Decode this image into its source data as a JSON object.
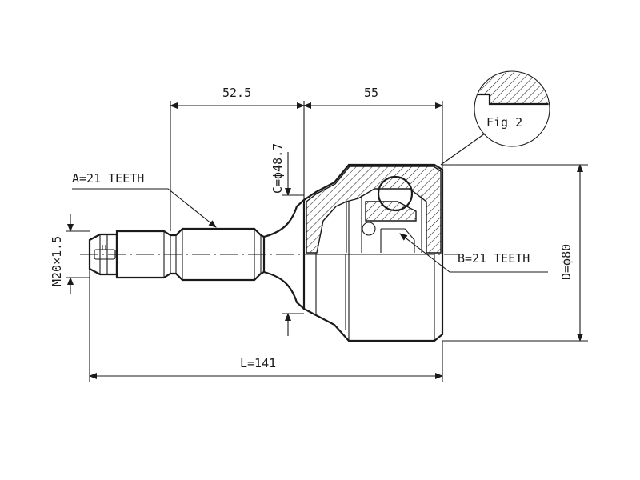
{
  "dimensions": {
    "len_a": "52.5",
    "len_b": "55",
    "total_length": "L=141",
    "diam_c": "C=ϕ48.7",
    "diam_d": "D=ϕ80",
    "thread": "M20×1.5"
  },
  "callouts": {
    "teeth_a": "A=21 TEETH",
    "teeth_b": "B=21 TEETH",
    "figure": "Fig 2"
  }
}
